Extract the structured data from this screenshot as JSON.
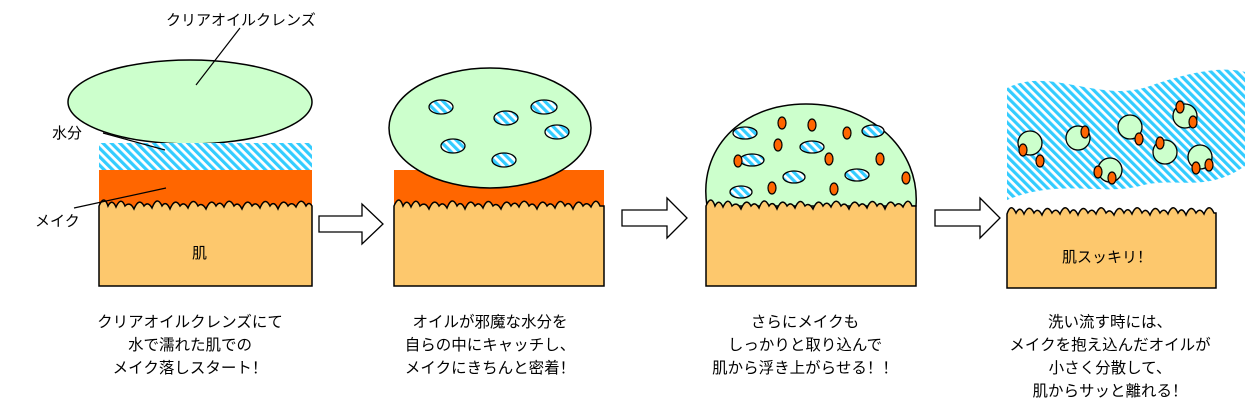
{
  "labels": {
    "cleanser": "クリアオイルクレンズ",
    "water": "水分",
    "makeup": "メイク",
    "skin": "肌",
    "skin_clean": "肌スッキリ！"
  },
  "captions": [
    "クリアオイルクレンズにて\n水で濡れた肌での\nメイク落しスタート！",
    "オイルが邪魔な水分を\n自らの中にキャッチし、\nメイクにきちんと密着！",
    "さらにメイクも\nしっかりと取り込んで\n肌から浮き上がらせる！！",
    "洗い流す時には、\nメイクを抱え込んだオイルが\n小さく分散して、\n肌からサッと離れる！"
  ],
  "colors": {
    "skin": "#fdc86d",
    "makeup": "#ff6600",
    "oil": "#ccffcc",
    "water": "#33ccff",
    "outline": "#000000"
  }
}
